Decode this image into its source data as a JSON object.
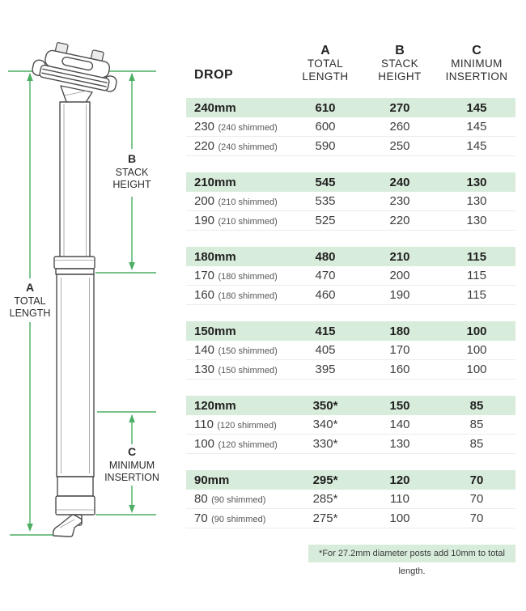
{
  "colors": {
    "row_highlight": "#d8ecdb",
    "dimension_line": "#4bae63",
    "diagram_ink": "#4d4d4d",
    "text_dark": "#232323"
  },
  "diagram": {
    "label_a": {
      "letter": "A",
      "line1": "TOTAL",
      "line2": "LENGTH"
    },
    "label_b": {
      "letter": "B",
      "line1": "STACK",
      "line2": "HEIGHT"
    },
    "label_c": {
      "letter": "C",
      "line1": "MINIMUM",
      "line2": "INSERTION"
    }
  },
  "table": {
    "header": {
      "drop": "DROP",
      "columns": [
        {
          "letter": "A",
          "word1": "TOTAL",
          "word2": "LENGTH"
        },
        {
          "letter": "B",
          "word1": "STACK",
          "word2": "HEIGHT"
        },
        {
          "letter": "C",
          "word1": "MINIMUM",
          "word2": "INSERTION"
        }
      ]
    },
    "groups": [
      {
        "drop": "240mm",
        "total": "610",
        "stack": "270",
        "insertion": "145",
        "rows": [
          {
            "drop": "230",
            "note": "(240 shimmed)",
            "total": "600",
            "stack": "260",
            "insertion": "145"
          },
          {
            "drop": "220",
            "note": "(240 shimmed)",
            "total": "590",
            "stack": "250",
            "insertion": "145"
          }
        ]
      },
      {
        "drop": "210mm",
        "total": "545",
        "stack": "240",
        "insertion": "130",
        "rows": [
          {
            "drop": "200",
            "note": "(210 shimmed)",
            "total": "535",
            "stack": "230",
            "insertion": "130"
          },
          {
            "drop": "190",
            "note": "(210 shimmed)",
            "total": "525",
            "stack": "220",
            "insertion": "130"
          }
        ]
      },
      {
        "drop": "180mm",
        "total": "480",
        "stack": "210",
        "insertion": "115",
        "rows": [
          {
            "drop": "170",
            "note": "(180 shimmed)",
            "total": "470",
            "stack": "200",
            "insertion": "115"
          },
          {
            "drop": "160",
            "note": "(180 shimmed)",
            "total": "460",
            "stack": "190",
            "insertion": "115"
          }
        ]
      },
      {
        "drop": "150mm",
        "total": "415",
        "stack": "180",
        "insertion": "100",
        "rows": [
          {
            "drop": "140",
            "note": "(150 shimmed)",
            "total": "405",
            "stack": "170",
            "insertion": "100"
          },
          {
            "drop": "130",
            "note": "(150 shimmed)",
            "total": "395",
            "stack": "160",
            "insertion": "100"
          }
        ]
      },
      {
        "drop": "120mm",
        "total": "350*",
        "stack": "150",
        "insertion": "85",
        "rows": [
          {
            "drop": "110",
            "note": "(120 shimmed)",
            "total": "340*",
            "stack": "140",
            "insertion": "85"
          },
          {
            "drop": "100",
            "note": "(120 shimmed)",
            "total": "330*",
            "stack": "130",
            "insertion": "85"
          }
        ]
      },
      {
        "drop": "90mm",
        "total": "295*",
        "stack": "120",
        "insertion": "70",
        "rows": [
          {
            "drop": "80",
            "note": "(90 shimmed)",
            "total": "285*",
            "stack": "110",
            "insertion": "70"
          },
          {
            "drop": "70",
            "note": "(90 shimmed)",
            "total": "275*",
            "stack": "100",
            "insertion": "70"
          }
        ]
      }
    ],
    "footnote": "*For 27.2mm diameter posts add 10mm to total length."
  }
}
